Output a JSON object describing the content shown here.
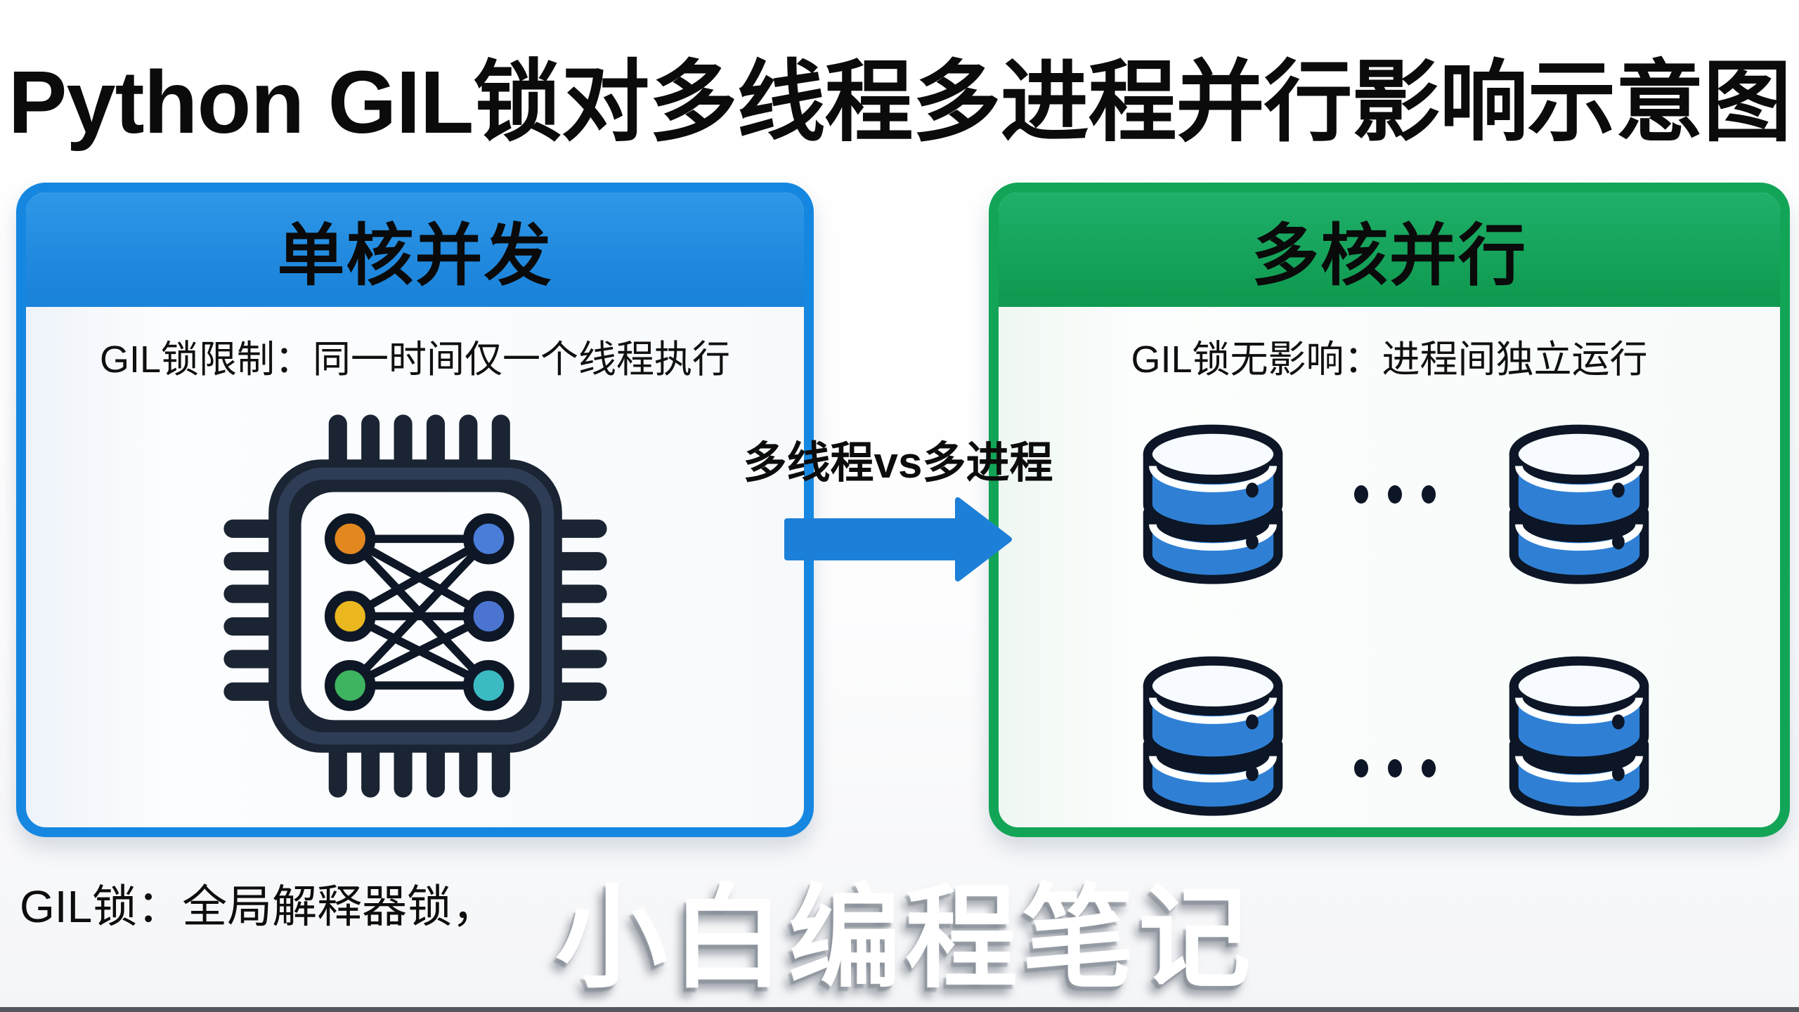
{
  "title": "Python GIL锁对多线程多进程并行影响示意图",
  "left_panel": {
    "header": "单核并发",
    "description": "GIL锁限制：同一时间仅一个线程执行",
    "icon": "cpu-chip-icon"
  },
  "comparison": {
    "label": "多线程vs多进程",
    "arrow_direction": "right"
  },
  "right_panel": {
    "header": "多核并行",
    "description": "GIL锁无影响：进程间独立运行",
    "icon": "database-icon",
    "database_count": 4
  },
  "footer_note": "GIL锁：全局解释器锁，",
  "watermark": "小白编程笔记",
  "colors": {
    "left_border": "#1587e0",
    "left_header_bg": "#1e88dd",
    "right_border": "#13a557",
    "right_header_bg": "#18a75c",
    "arrow": "#1d80d8",
    "database_blue": "#2f80d5",
    "chip_navy": "#1a2433",
    "node_orange": "#e3871f",
    "node_yellow": "#eab71f",
    "node_green": "#3eb360",
    "node_blue_top": "#4a7dd8",
    "node_blue_mid": "#4a74d0",
    "node_teal": "#3cbac2",
    "title_text": "#0b0b0b"
  }
}
